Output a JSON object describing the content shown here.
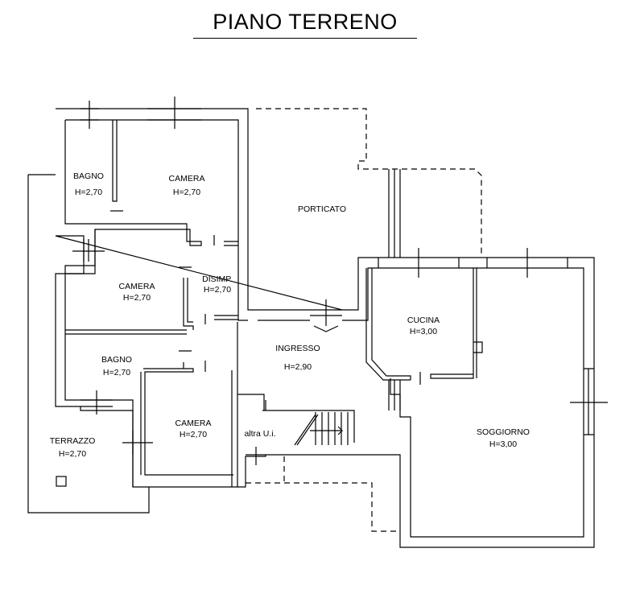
{
  "title": "PIANO TERRENO",
  "colors": {
    "line": "#000000",
    "background": "#ffffff"
  },
  "rooms": [
    {
      "name": "BAGNO",
      "height": "H=2,70"
    },
    {
      "name": "CAMERA",
      "height": "H=2,70"
    },
    {
      "name": "PORTICATO",
      "height": ""
    },
    {
      "name": "CAMERA",
      "height": "H=2,70"
    },
    {
      "name": "DISIMP.",
      "height": "H=2,70"
    },
    {
      "name": "CUCINA",
      "height": "H=3,00"
    },
    {
      "name": "INGRESSO",
      "height": "H=2,90"
    },
    {
      "name": "BAGNO",
      "height": "H=2,70"
    },
    {
      "name": "CAMERA",
      "height": "H=2,70"
    },
    {
      "name": "altra U.i.",
      "height": ""
    },
    {
      "name": "SOGGIORNO",
      "height": "H=3,00"
    },
    {
      "name": "TERRAZZO",
      "height": "H=2,70"
    }
  ]
}
